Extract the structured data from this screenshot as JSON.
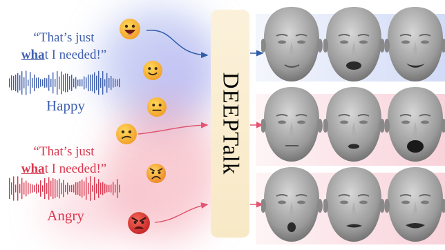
{
  "happy": {
    "quote_line1": "“That’s just",
    "quote_line2_emph": "wha",
    "quote_line2_rest": "t I needed!”",
    "label": "Happy",
    "color": "#3f5fae"
  },
  "angry": {
    "quote_line1": "“That’s just",
    "quote_line2_emph": "wha",
    "quote_line2_rest": "t I needed!”",
    "label": "Angry",
    "color": "#d8384e"
  },
  "model": {
    "name": "DEEPTalk"
  },
  "emojis": [
    "grinning-face",
    "smiling-face",
    "neutral-face",
    "confused-face",
    "frowning-face",
    "angry-face"
  ],
  "mouths": [
    "smile",
    "open-wide",
    "grin",
    "neutral",
    "small-open",
    "open-dark",
    "o-shape",
    "grimace",
    "wide-grimace"
  ]
}
